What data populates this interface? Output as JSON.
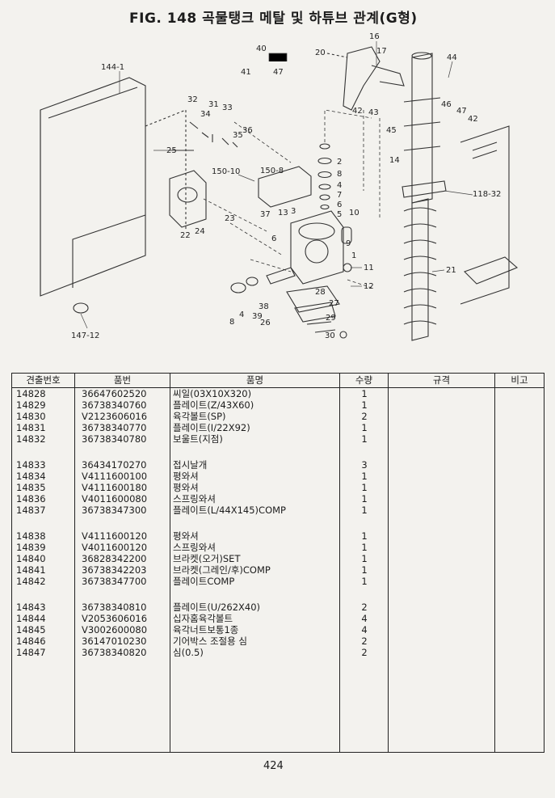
{
  "title": "FIG. 148 곡물탱크 메탈 및 하튜브 관계(G형)",
  "page_number": "424",
  "callouts": [
    "144-1",
    "16",
    "17",
    "20",
    "40",
    "41",
    "47",
    "44",
    "32",
    "31",
    "34",
    "33",
    "35",
    "36",
    "25",
    "42",
    "43",
    "45",
    "46",
    "47",
    "42",
    "14",
    "150-10",
    "150-8",
    "2",
    "8",
    "4",
    "7",
    "6",
    "5",
    "24",
    "23",
    "22",
    "37",
    "13",
    "3",
    "118-32",
    "10",
    "9",
    "6",
    "1",
    "21",
    "11",
    "12",
    "28",
    "27",
    "29",
    "30",
    "38",
    "39",
    "26",
    "8",
    "4",
    "147-12"
  ],
  "table": {
    "headers": {
      "code": "견출번호",
      "part_no": "품번",
      "name": "품명",
      "qty": "수량",
      "spec": "규격",
      "note": "비고"
    },
    "rows": [
      {
        "code": "14828",
        "part_no": "36647602520",
        "name": "씨일(03X10X320)",
        "qty": "1"
      },
      {
        "code": "14829",
        "part_no": "36738340760",
        "name": "플레이트(Z/43X60)",
        "qty": "1"
      },
      {
        "code": "14830",
        "part_no": "V2123606016",
        "name": "육각볼트(SP)",
        "qty": "2"
      },
      {
        "code": "14831",
        "part_no": "36738340770",
        "name": "플레이트(I/22X92)",
        "qty": "1"
      },
      {
        "code": "14832",
        "part_no": "36738340780",
        "name": "보울트(지점)",
        "qty": "1"
      },
      {
        "code": "14833",
        "part_no": "36434170270",
        "name": "접시날개",
        "qty": "3"
      },
      {
        "code": "14834",
        "part_no": "V4111600100",
        "name": "평와셔",
        "qty": "1"
      },
      {
        "code": "14835",
        "part_no": "V4111600180",
        "name": "평와셔",
        "qty": "1"
      },
      {
        "code": "14836",
        "part_no": "V4011600080",
        "name": "스프링와셔",
        "qty": "1"
      },
      {
        "code": "14837",
        "part_no": "36738347300",
        "name": "플레이트(L/44X145)COMP",
        "qty": "1"
      },
      {
        "code": "14838",
        "part_no": "V4111600120",
        "name": "평와셔",
        "qty": "1"
      },
      {
        "code": "14839",
        "part_no": "V4011600120",
        "name": "스프링와셔",
        "qty": "1"
      },
      {
        "code": "14840",
        "part_no": "36828342200",
        "name": "브라켓(오거)SET",
        "qty": "1"
      },
      {
        "code": "14841",
        "part_no": "36738342203",
        "name": "브라켓(그레인/후)COMP",
        "qty": "1"
      },
      {
        "code": "14842",
        "part_no": "36738347700",
        "name": "플레이트COMP",
        "qty": "1"
      },
      {
        "code": "14843",
        "part_no": "36738340810",
        "name": "플레이트(U/262X40)",
        "qty": "2"
      },
      {
        "code": "14844",
        "part_no": "V2053606016",
        "name": "십자홈육각볼트",
        "qty": "4"
      },
      {
        "code": "14845",
        "part_no": "V3002600080",
        "name": "육각너트보통1종",
        "qty": "4"
      },
      {
        "code": "14846",
        "part_no": "36147010230",
        "name": "기어박스 조절용 심",
        "qty": "2"
      },
      {
        "code": "14847",
        "part_no": "36738340820",
        "name": "심(0.5)",
        "qty": "2"
      }
    ]
  },
  "colors": {
    "ink": "#1c1c1c",
    "paper": "#f3f2ee",
    "ghost": "#b9b7b0"
  }
}
